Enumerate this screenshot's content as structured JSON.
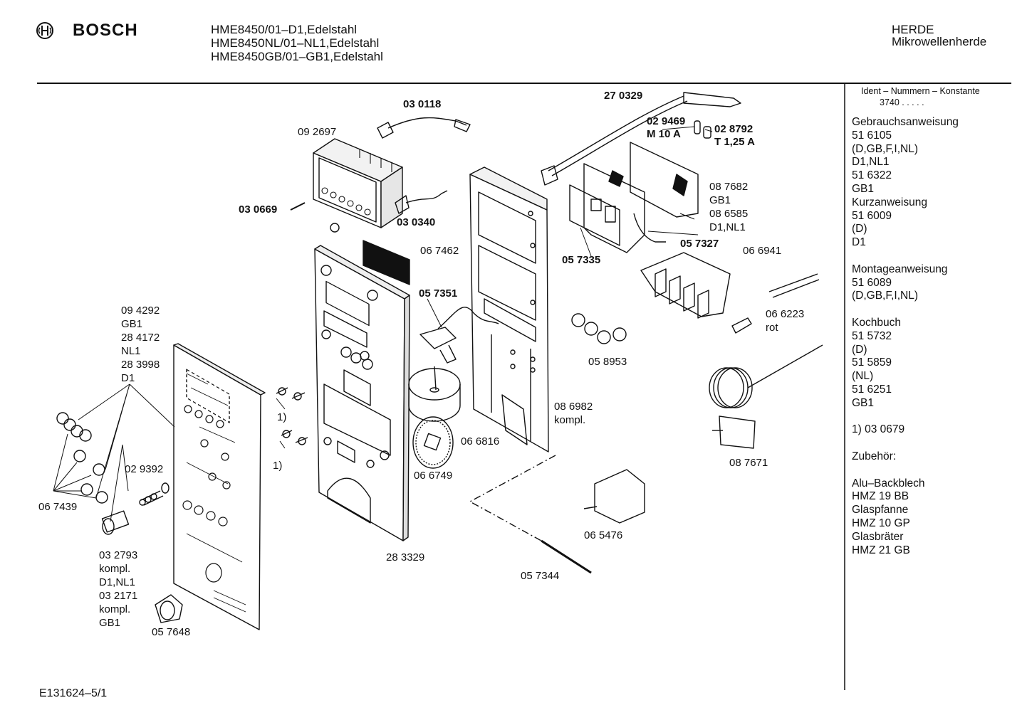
{
  "header": {
    "brand": "BOSCH",
    "models": [
      "HME8450/01–D1,Edelstahl",
      "HME8450NL/01–NL1,Edelstahl",
      "HME8450GB/01–GB1,Edelstahl"
    ],
    "category": "HERDE",
    "subcategory": "Mikrowellenherde"
  },
  "sidebar": {
    "ident_title": "Ident – Nummern – Konstante",
    "ident_value": "3740 . .  . . .",
    "rows": [
      "Gebrauchsanweisung",
      "51 6105",
      "(D,GB,F,I,NL)",
      "D1,NL1",
      "51 6322",
      "GB1",
      "Kurzanweisung",
      "51 6009",
      "(D)",
      "D1",
      "",
      "Montageanweisung",
      "51 6089",
      "(D,GB,F,I,NL)",
      "",
      "Kochbuch",
      "51 5732",
      "(D)",
      "51 5859",
      "(NL)",
      "51 6251",
      "GB1",
      "",
      "1)  03 0679",
      "",
      "Zubehör:",
      "",
      "Alu–Backblech",
      "HMZ 19 BB",
      "Glaspfanne",
      "HMZ 10 GP",
      "Glasbräter",
      "HMZ 21 GB"
    ]
  },
  "footer": {
    "drawing_id": "E131624–5/1"
  },
  "parts": {
    "p030118": "03 0118",
    "p092697": "09 2697",
    "p030669": "03 0669",
    "p030340": "03 0340",
    "p067462": "06 7462",
    "p270329": "27 0329",
    "p029469": "02 9469",
    "m10a": "M 10 A",
    "p028792": "02 8792",
    "t125a": "T 1,25 A",
    "p087682": "08 7682",
    "gb1_a": "GB1",
    "p086585": "08 6585",
    "d1nl1_a": "D1,NL1",
    "p057327": "05 7327",
    "p057335": "05 7335",
    "p066941": "06 6941",
    "p057351": "05 7351",
    "p066223": "06 6223",
    "rot": "rot",
    "p058953": "05 8953",
    "p086982": "08 6982",
    "kompl_a": "kompl.",
    "p066816": "06 6816",
    "p066749": "06 6749",
    "p087671": "08 7671",
    "p065476": "06 5476",
    "p057344": "05 7344",
    "p283329": "28 3329",
    "note1_a": "1)",
    "note1_b": "1)",
    "p029392": "02 9392",
    "p067439": "06 7439",
    "p057648": "05 7648",
    "left_stack": [
      "09 4292",
      "GB1",
      "28 4172",
      "NL1",
      "28 3998",
      "D1"
    ],
    "knob_stack": [
      "03 2793",
      "kompl.",
      "D1,NL1",
      "03 2171",
      "kompl.",
      "GB1"
    ]
  }
}
